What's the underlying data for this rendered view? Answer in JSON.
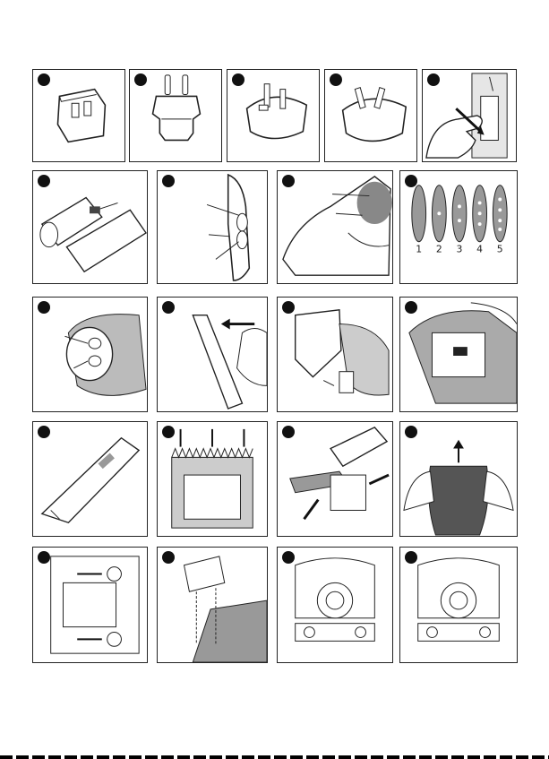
{
  "figure": {
    "panels": [
      {
        "id": "plug-adapter-type-g",
        "icon": "plug-adapter-icon"
      },
      {
        "id": "plug-adapter-euro",
        "icon": "plug-adapter-icon"
      },
      {
        "id": "plug-adapter-uk",
        "icon": "plug-adapter-icon"
      },
      {
        "id": "plug-adapter-au",
        "icon": "plug-adapter-icon"
      },
      {
        "id": "attach-adapter",
        "icon": "hand-icon"
      },
      {
        "id": "battery-pack",
        "icon": "battery-icon"
      },
      {
        "id": "clipper-controls",
        "icon": "clipper-icon"
      },
      {
        "id": "charging-stand",
        "icon": "charger-icon"
      },
      {
        "id": "speed-levels",
        "icon": "led-indicator-icon"
      },
      {
        "id": "battery-contacts",
        "icon": "battery-icon"
      },
      {
        "id": "remove-blade",
        "icon": "blade-icon"
      },
      {
        "id": "insert-blade",
        "icon": "blade-icon"
      },
      {
        "id": "blade-latch",
        "icon": "blade-icon"
      },
      {
        "id": "clipper-side-view",
        "icon": "clipper-icon"
      },
      {
        "id": "blade-alignment",
        "icon": "blade-icon"
      },
      {
        "id": "oil-blade",
        "icon": "oil-bottle-icon"
      },
      {
        "id": "remove-cover",
        "icon": "hand-icon"
      },
      {
        "id": "blade-screws",
        "icon": "screw-icon"
      },
      {
        "id": "blade-assembly",
        "icon": "blade-icon"
      },
      {
        "id": "drive-lever-position-a",
        "icon": "motor-icon"
      },
      {
        "id": "drive-lever-position-b",
        "icon": "motor-icon"
      }
    ],
    "speed_levels": [
      "1",
      "2",
      "3",
      "4",
      "5"
    ],
    "colors": {
      "line": "#222222",
      "shade": "#9a9a9a",
      "badge": "#111111"
    }
  }
}
